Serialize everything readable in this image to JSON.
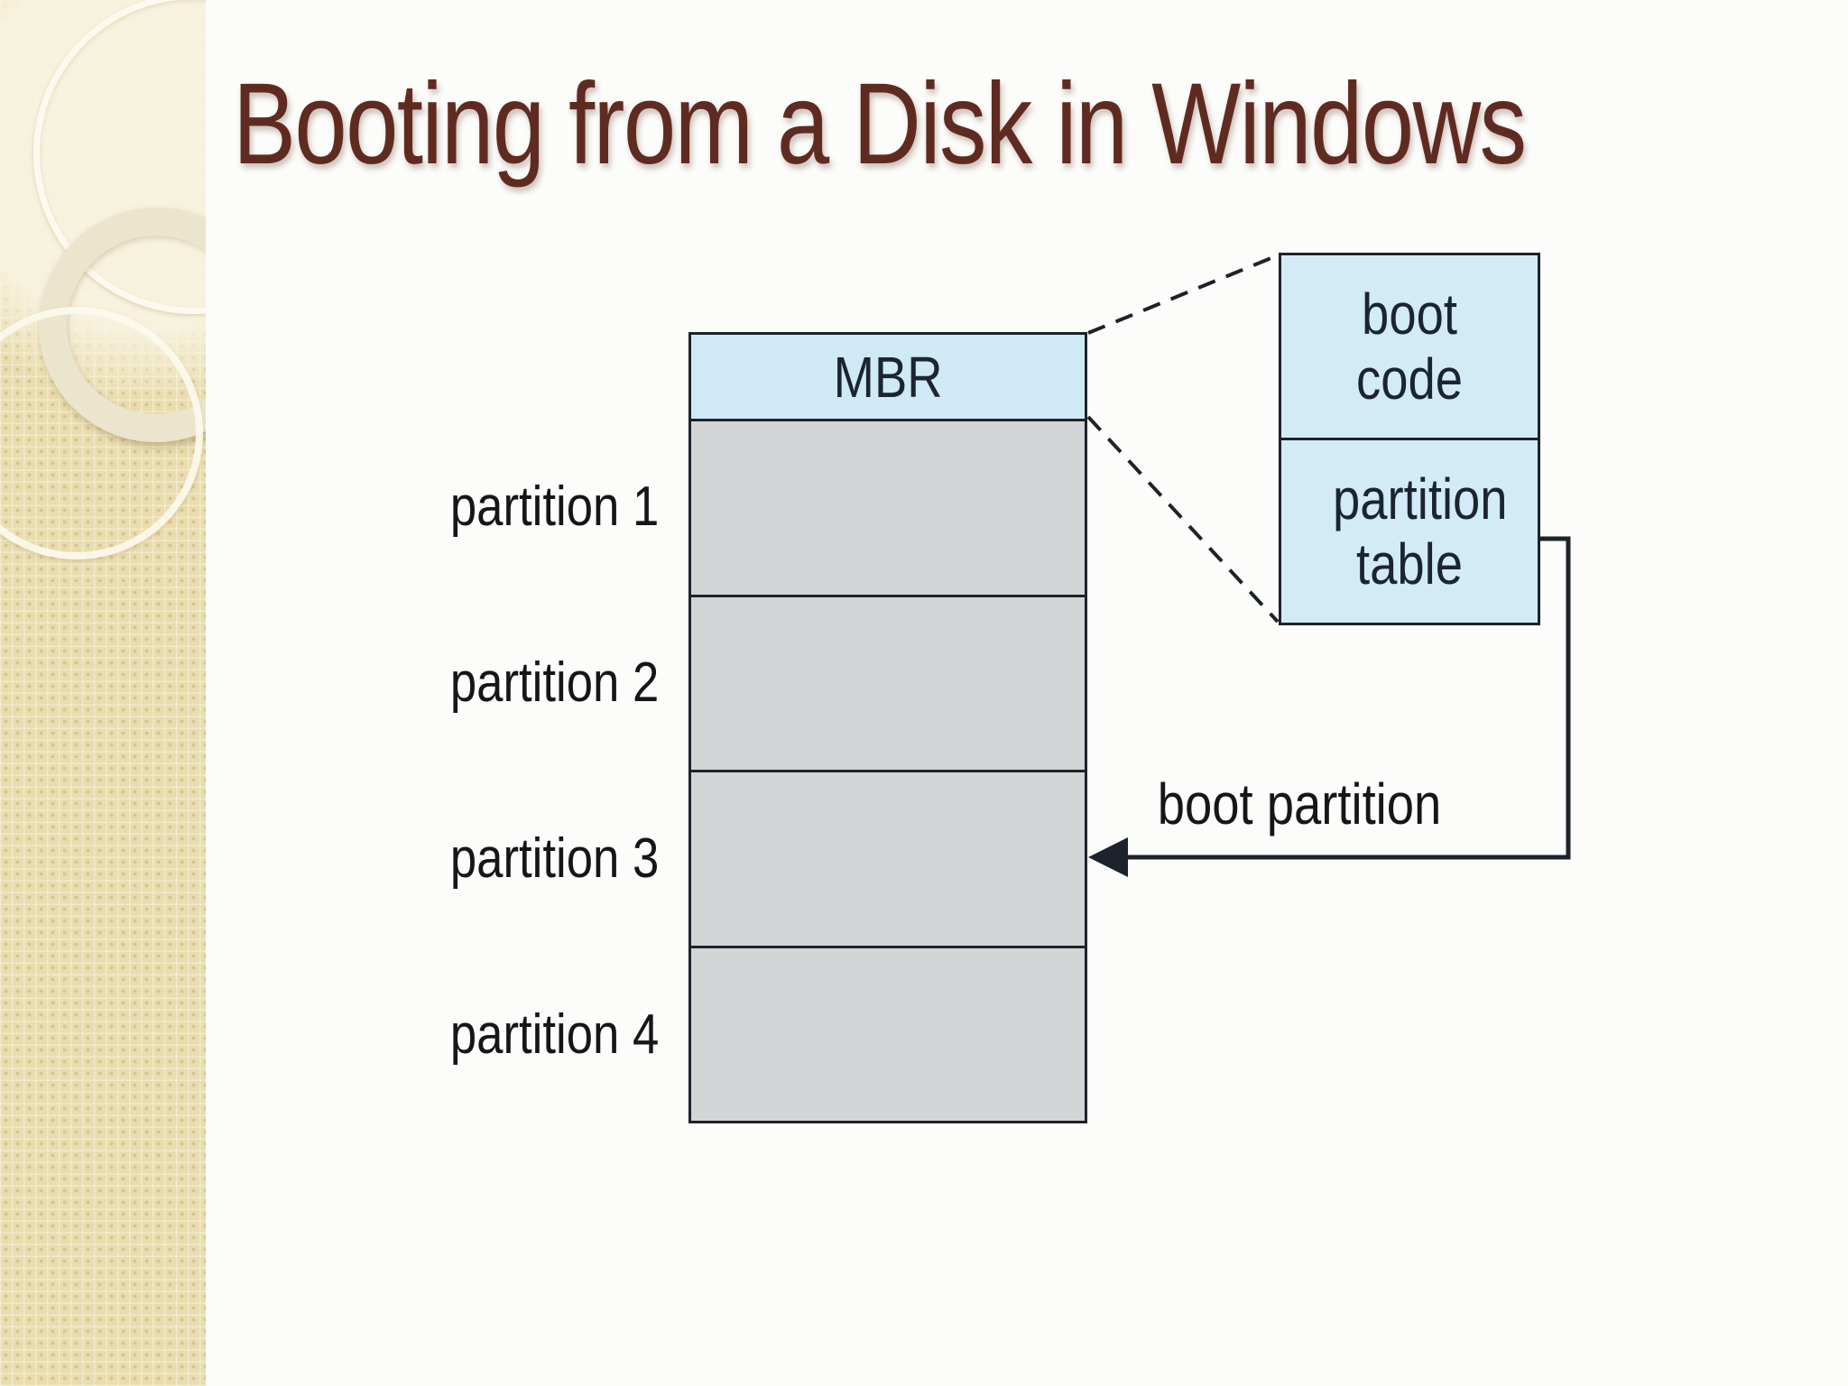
{
  "slide": {
    "title": "Booting from a Disk in Windows"
  },
  "figure": {
    "mbr_label": "MBR",
    "partition_labels": [
      "partition 1",
      "partition 2",
      "partition 3",
      "partition 4"
    ],
    "detail_box": {
      "boot_code_label": "boot code",
      "partition_table_label": "partition table"
    },
    "boot_partition_label": "boot partition"
  },
  "colors": {
    "title_text": "#5f2b21",
    "strip_base": "#e9dcae",
    "strip_rings": "#ece5cd",
    "box_blue_fill": "#cfe9f6",
    "box_gray_fill": "#d3d4d6",
    "line_and_border": "#1d232b",
    "label_text": "#161616",
    "slide_background": "#fcfcfa"
  }
}
